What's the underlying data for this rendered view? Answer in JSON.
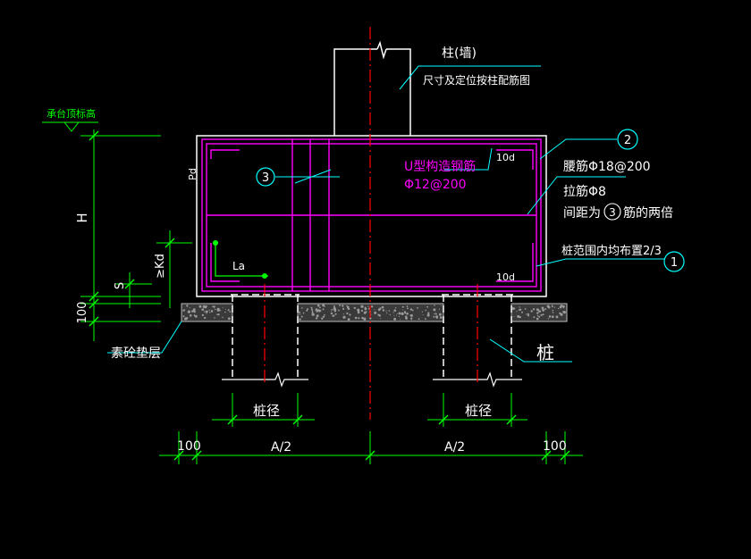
{
  "colors": {
    "background": "#000000",
    "structure": "#ffffff",
    "rebar": "#ff00ff",
    "dimension": "#00ff00",
    "label": "#00ffff",
    "centerline": "#ff0000",
    "leader": "#00ffff",
    "hatch": "#7a7a7a"
  },
  "labels": {
    "column": "柱(墙)",
    "column_note": "尺寸及定位按柱配筋图",
    "cap_top_elev": "承台顶标高",
    "u_bar": "U型构造钢筋",
    "u_bar_spec": "Φ12@200",
    "waist_bar": "腰筋Φ18@200",
    "tie_bar": "拉筋Φ8",
    "tie_spacing_a": "间距为",
    "tie_spacing_b": "筋的两倍",
    "pile_range": "桩范围内均布置2/3",
    "cushion": "素砼垫层",
    "pile": "桩",
    "pile_dia_1": "桩径",
    "pile_dia_2": "桩径",
    "ten_d_top": "10d",
    "ten_d_bot": "10d",
    "la": "La",
    "h": "H",
    "s": "S",
    "kd": "≥Kd",
    "d_top": "Pd",
    "hundred_v": "100",
    "hundred_l": "100",
    "hundred_r": "100",
    "a_half_l": "A/2",
    "a_half_r": "A/2"
  },
  "markers": {
    "one": "1",
    "two": "2",
    "three_a": "3",
    "three_b": "3"
  }
}
